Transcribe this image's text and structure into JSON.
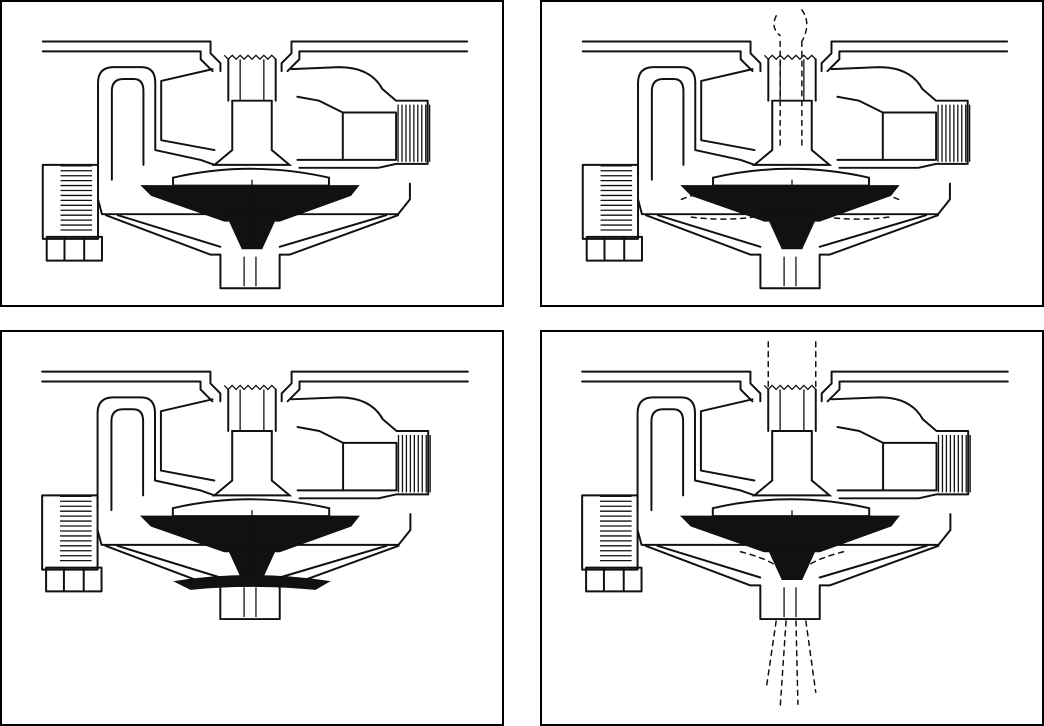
{
  "panels": [
    {
      "name": "valve-closed",
      "flow": "none",
      "seal": "upper"
    },
    {
      "name": "valve-filling",
      "flow": "inflow",
      "seal": "upper"
    },
    {
      "name": "valve-sealed",
      "flow": "none",
      "seal": "both"
    },
    {
      "name": "valve-draining",
      "flow": "outflow",
      "seal": "lower"
    }
  ],
  "colors": {
    "line": "#111111",
    "background": "#ffffff",
    "fill_dark": "#111111"
  }
}
